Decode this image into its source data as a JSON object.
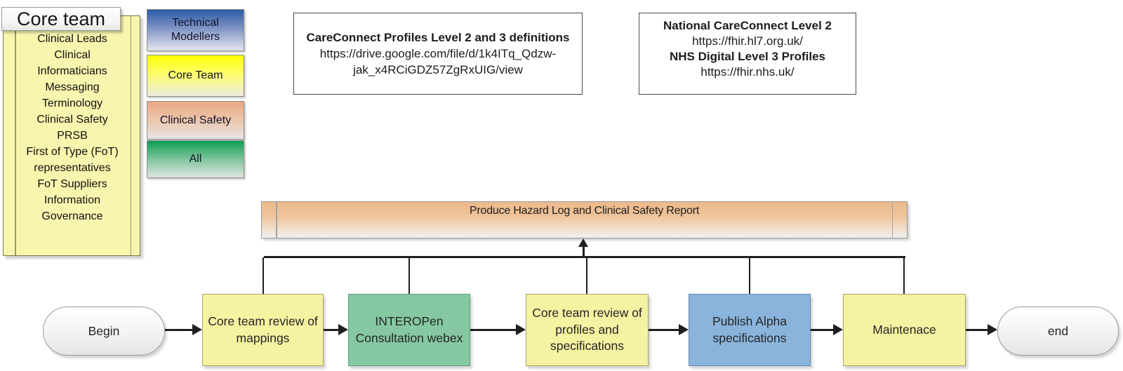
{
  "core_team": {
    "title": "Core team",
    "members": [
      "Clinical Leads",
      "Clinical Informaticians",
      "Messaging",
      "Terminology",
      "Clinical Safety",
      "PRSB",
      "First of Type (FoT) representatives",
      "FoT Suppliers",
      "Information Governance"
    ]
  },
  "legend": {
    "items": [
      {
        "label": "Technical Modellers",
        "color": "#2d5ca6"
      },
      {
        "label": "Core Team",
        "color": "#ffff00"
      },
      {
        "label": "Clinical Safety",
        "color": "#eba885"
      },
      {
        "label": "All",
        "color": "#0f9d54"
      }
    ]
  },
  "references": {
    "box1": {
      "title": "CareConnect Profiles Level 2 and 3 definitions",
      "url": "https://drive.google.com/file/d/1k4ITq_Qdzw-jak_x4RCiGDZ57ZgRxUIG/view"
    },
    "box2": {
      "title1": "National CareConnect Level 2",
      "url1": "https://fhir.hl7.org.uk/",
      "title2": "NHS Digital Level 3 Profiles",
      "url2": "https://fhir.nhs.uk/"
    }
  },
  "hazard_bar": {
    "label": "Produce Hazard Log and Clinical Safety Report"
  },
  "flow": {
    "start_label": "Begin",
    "end_label": "end",
    "steps": [
      {
        "label": "Core team review of mappings",
        "category": "Core Team"
      },
      {
        "label": "INTEROPen Consultation webex",
        "category": "All"
      },
      {
        "label": "Core team review of profiles and specifications",
        "category": "Core Team"
      },
      {
        "label": "Publish Alpha specifications",
        "category": "Technical Modellers"
      },
      {
        "label": "Maintenace",
        "category": "Core Team"
      }
    ]
  },
  "colors": {
    "flow_yellow": "#f5f2a2",
    "flow_green": "#85c8a2",
    "flow_blue": "#8ab4dc",
    "hazard_orange": "#edb98a",
    "panel_yellow": "#f8f5ae",
    "connector_black": "#1f1f1f"
  }
}
